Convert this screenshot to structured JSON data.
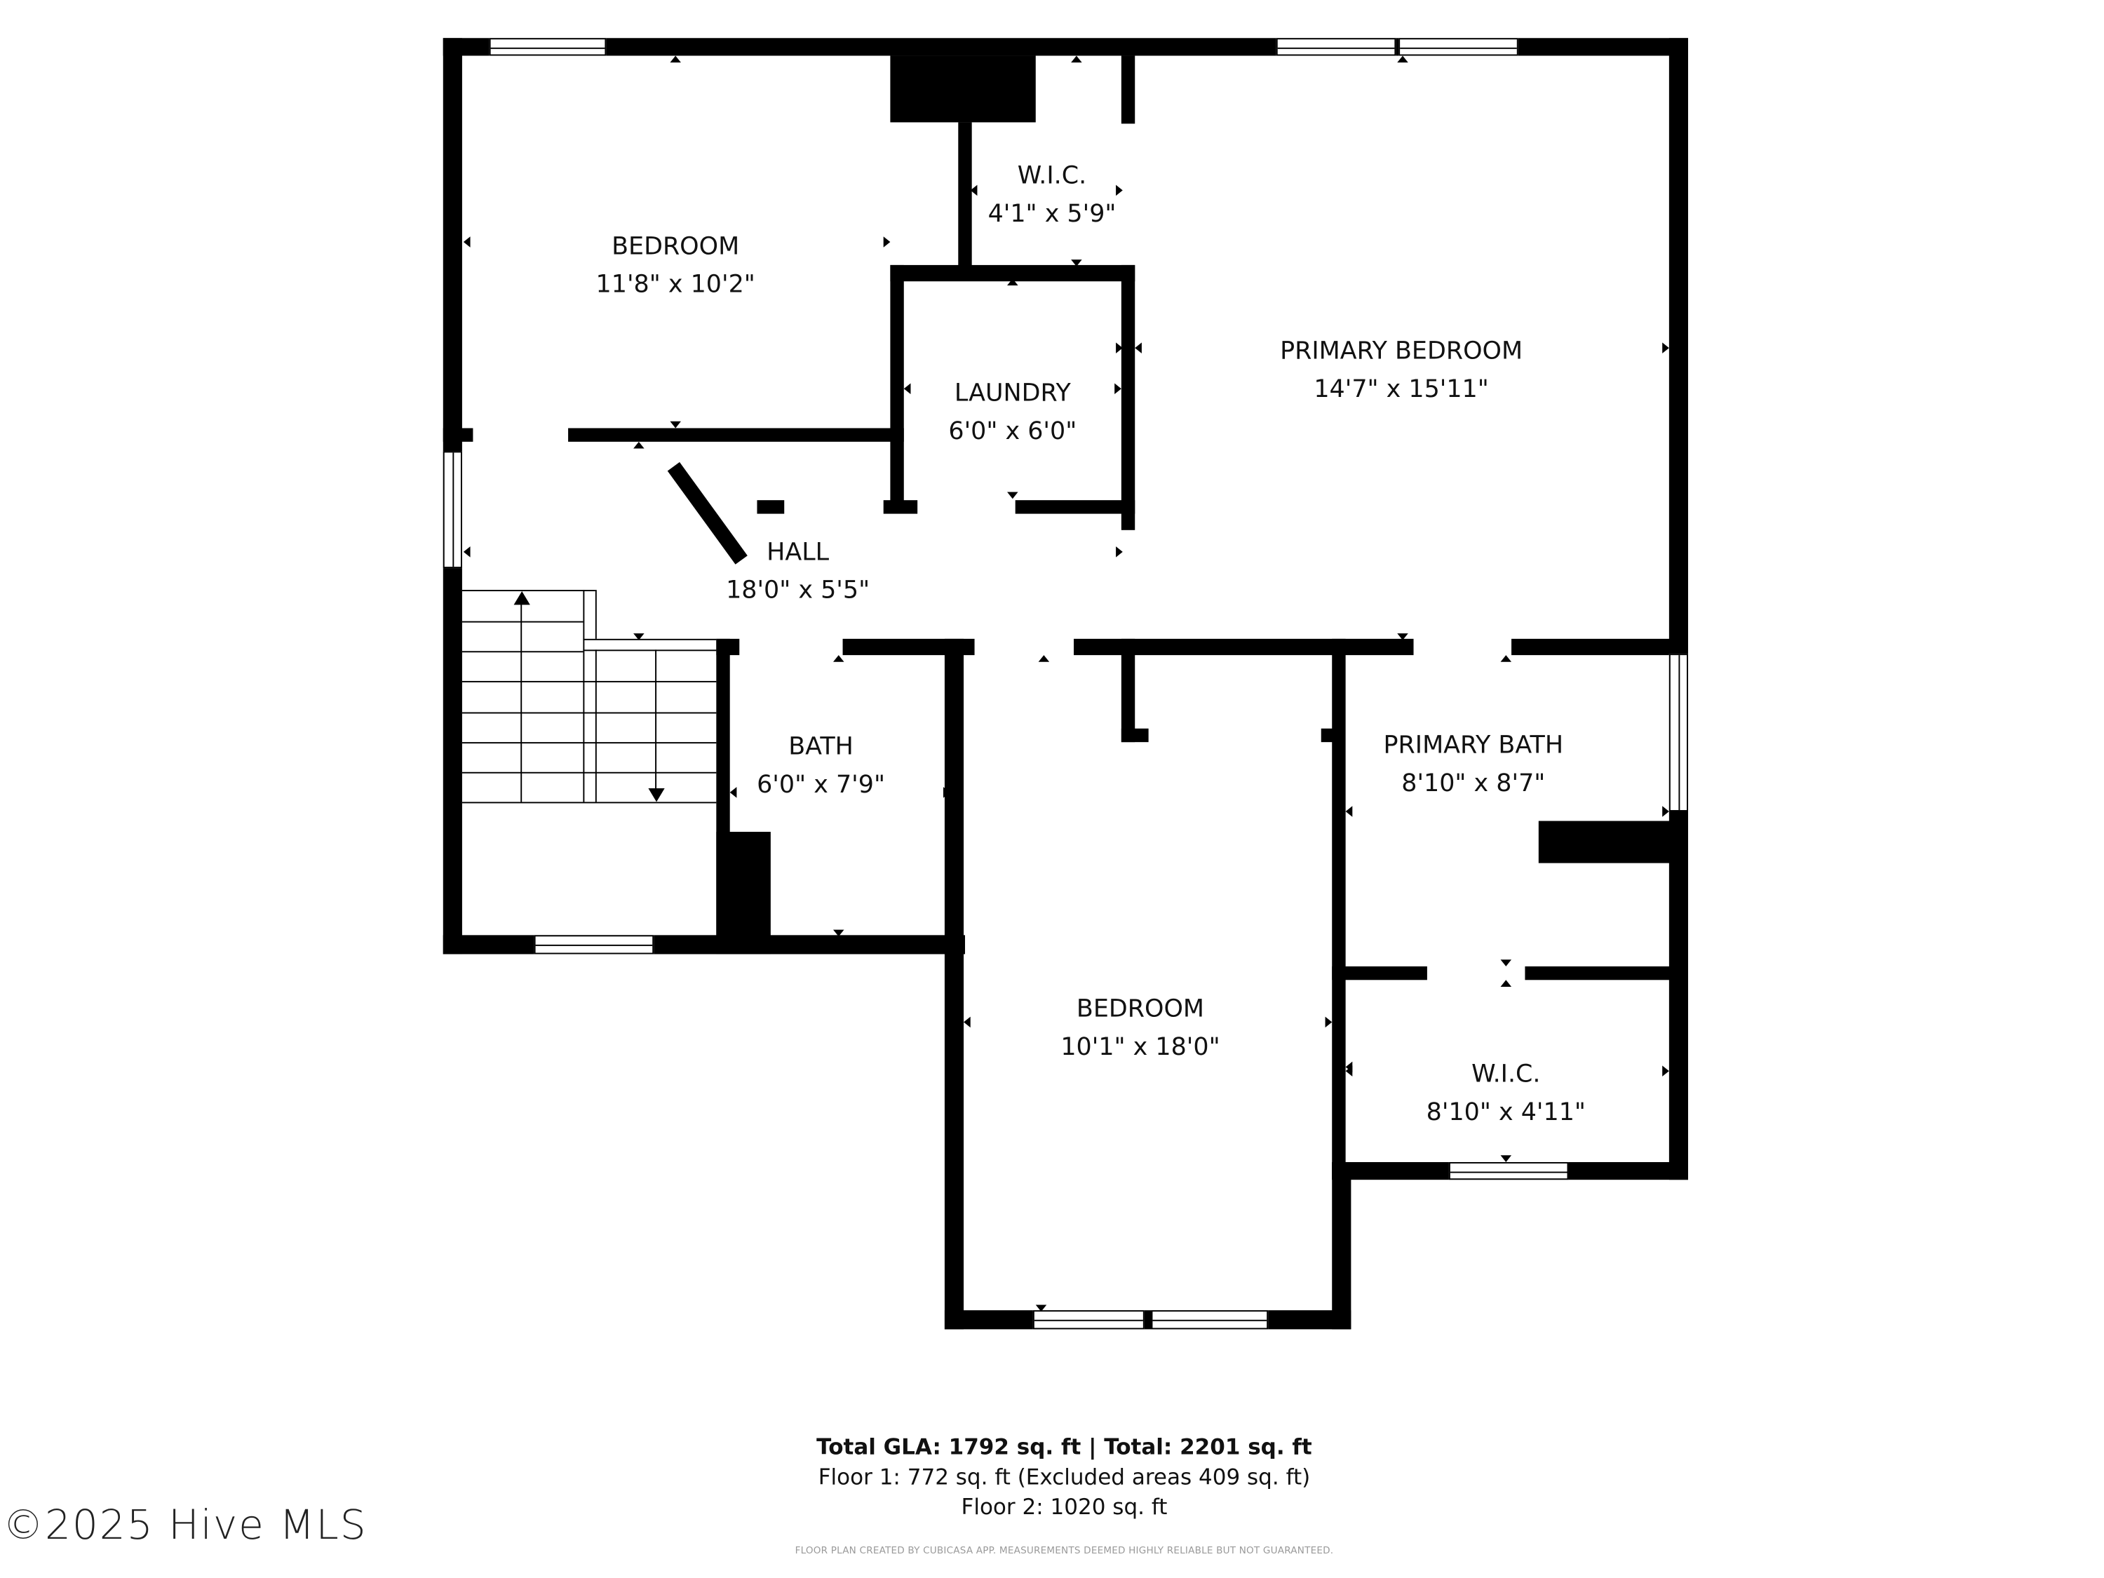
{
  "floor_plan": {
    "rooms": [
      {
        "name": "BEDROOM",
        "dimensions": "11'8\" x 10'2\""
      },
      {
        "name": "W.I.C.",
        "dimensions": "4'1\" x 5'9\""
      },
      {
        "name": "PRIMARY BEDROOM",
        "dimensions": "14'7\" x 15'11\""
      },
      {
        "name": "LAUNDRY",
        "dimensions": "6'0\" x 6'0\""
      },
      {
        "name": "HALL",
        "dimensions": "18'0\" x 5'5\""
      },
      {
        "name": "BATH",
        "dimensions": "6'0\" x 7'9\""
      },
      {
        "name": "PRIMARY BATH",
        "dimensions": "8'10\" x 8'7\""
      },
      {
        "name": "BEDROOM",
        "dimensions": "10'1\" x 18'0\""
      },
      {
        "name": "W.I.C.",
        "dimensions": "8'10\" x 4'11\""
      }
    ],
    "colors": {
      "wall": "#000000",
      "background": "#ffffff",
      "disclaimer": "#9a9a9a"
    }
  },
  "summary": {
    "total_line": "Total GLA: 1792 sq. ft | Total: 2201 sq. ft",
    "floor1": "Floor 1: 772 sq. ft (Excluded areas 409 sq. ft)",
    "floor2": "Floor 2: 1020 sq. ft"
  },
  "disclaimer": "FLOOR PLAN CREATED BY CUBICASA APP. MEASUREMENTS DEEMED HIGHLY RELIABLE BUT NOT GUARANTEED.",
  "watermark": "©2025 Hive MLS"
}
